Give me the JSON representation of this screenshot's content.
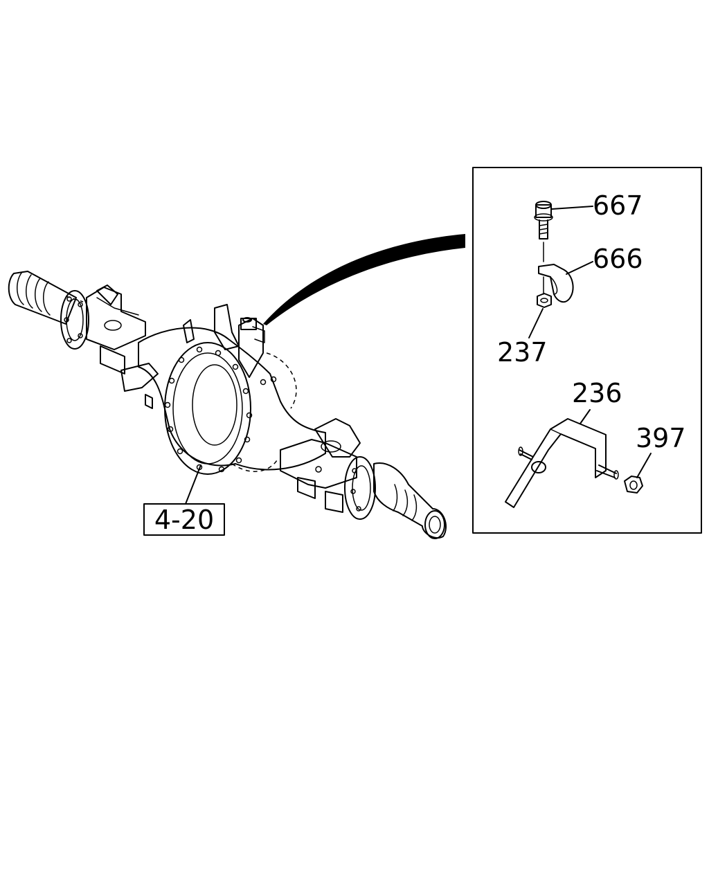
{
  "callouts": {
    "ref_box": "4-20",
    "p667": "667",
    "p666": "666",
    "p237": "237",
    "p236": "236",
    "p397": "397"
  },
  "colors": {
    "ink": "#000000",
    "paper": "#ffffff"
  }
}
